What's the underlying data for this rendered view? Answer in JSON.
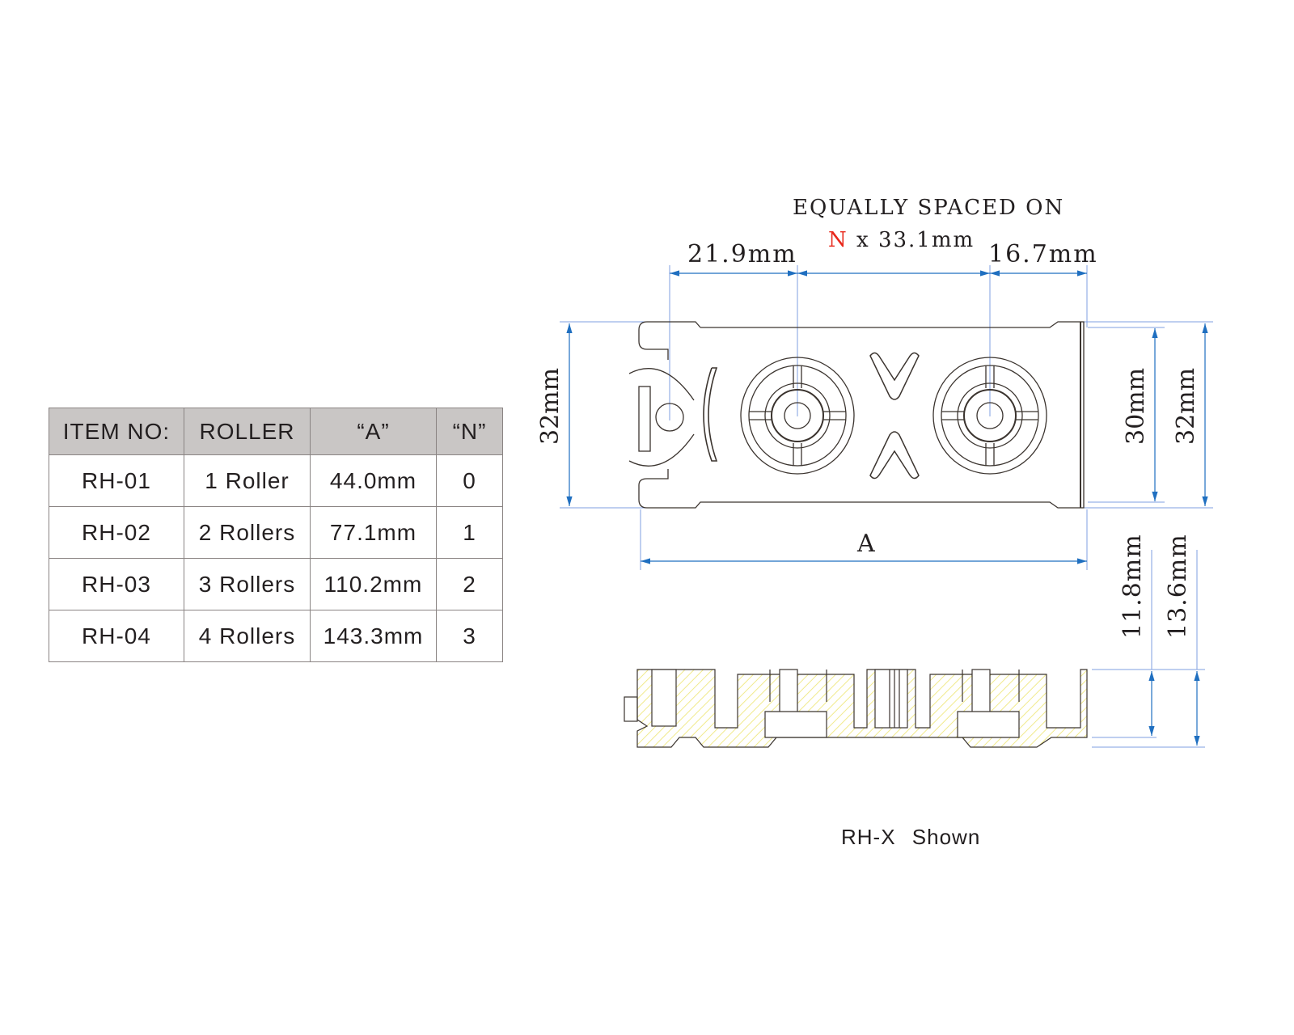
{
  "table": {
    "headers": [
      "ITEM NO:",
      "ROLLER",
      "“A”",
      "“N”"
    ],
    "rows": [
      [
        "RH-01",
        "1 Roller",
        "44.0mm",
        "0"
      ],
      [
        "RH-02",
        "2 Rollers",
        "77.1mm",
        "1"
      ],
      [
        "RH-03",
        "3 Rollers",
        "110.2mm",
        "2"
      ],
      [
        "RH-04",
        "4 Rollers",
        "143.3mm",
        "3"
      ]
    ]
  },
  "drawing": {
    "note_line1": "EQUALLY SPACED ON",
    "note_n": "N",
    "note_pitch": " x 33.1mm",
    "dim_left": "21.9mm",
    "dim_right": "16.7mm",
    "dim_height_left": "32mm",
    "dim_height_inner": "30mm",
    "dim_height_outer": "32mm",
    "dim_length": "A",
    "dim_side_inner": "11.8mm",
    "dim_side_outer": "13.6mm",
    "caption": "RH-X  Shown"
  },
  "colors": {
    "arrow": "#1f6fc0",
    "guide": "#7f9fe0",
    "n_highlight": "#e8291c",
    "hatch": "#f3ee9a"
  }
}
